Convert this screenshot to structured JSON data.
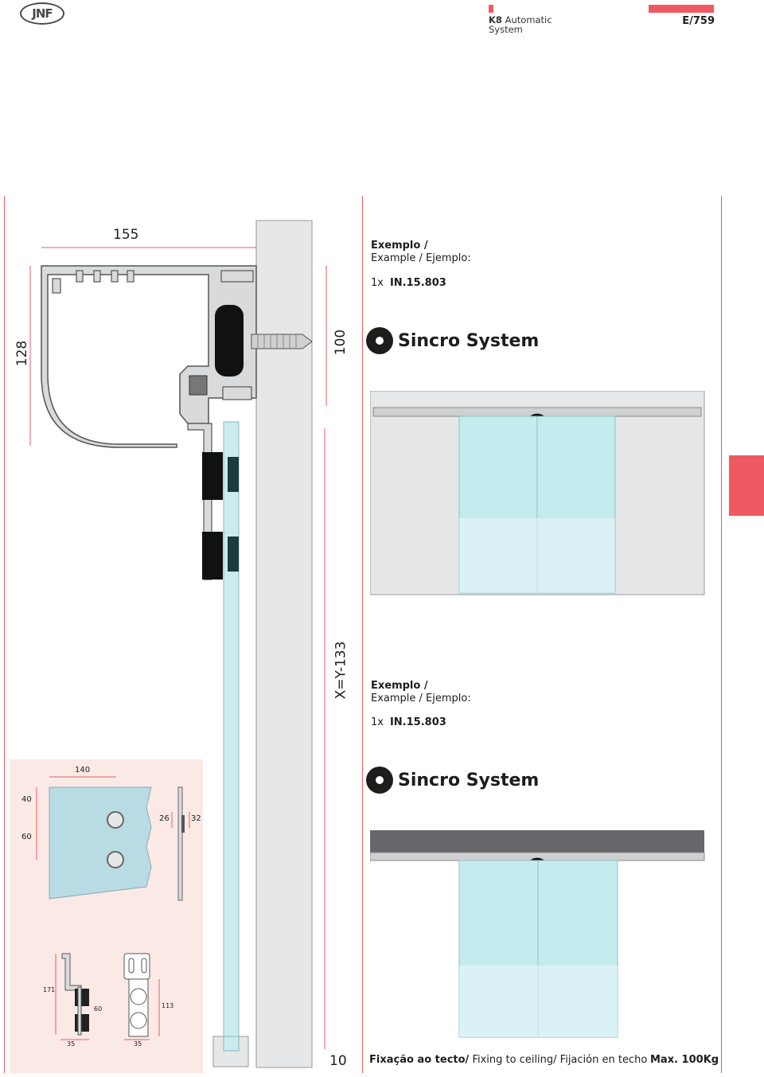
{
  "header": {
    "logo_text": "JNF",
    "series_bold": "K8",
    "series_rest": "Automatic",
    "series_line2": "System",
    "page_code": "E/759"
  },
  "dimensions": {
    "width_top": "155",
    "height_profile": "128",
    "height_right": "100",
    "glass_formula": "X=Y-133",
    "bottom_gap": "10"
  },
  "example_1": {
    "label_bold": "Exemplo /",
    "label_rest": "Example / Ejemplo:",
    "qty": "1x",
    "code": "IN.15.803",
    "brand": "Sincro System"
  },
  "example_2": {
    "label_bold": "Exemplo /",
    "label_rest": "Example / Ejemplo:",
    "qty": "1x",
    "code": "IN.15.803",
    "brand": "Sincro System"
  },
  "clamp_detail": {
    "w140": "140",
    "h40": "40",
    "h60": "60",
    "t26": "26",
    "t32": "32",
    "d171": "171",
    "d60": "60",
    "d113": "113",
    "d35a": "35",
    "d35b": "35"
  },
  "footer": {
    "title_bold": "Fixação ao tecto/",
    "title_rest": "Fixing to ceiling/ Fijación en techo",
    "max_load": "Max. 100Kg"
  },
  "colors": {
    "accent": "#ef5a62",
    "glass": "#bfe8ec",
    "wall": "#e6e7e8",
    "profile": "#d9dadb",
    "dark_track": "#66676b"
  }
}
